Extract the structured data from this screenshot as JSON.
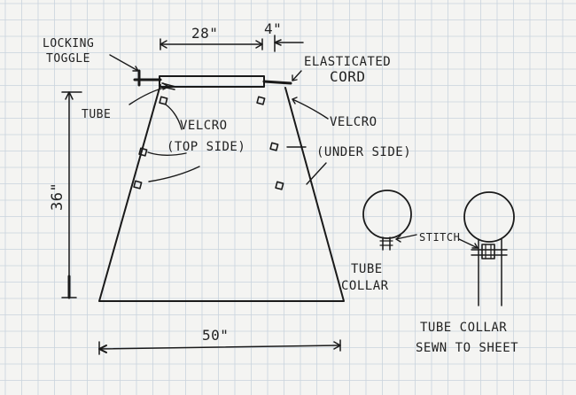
{
  "palette": {
    "paper": "#f4f4f2",
    "grid": "#c9d3dc",
    "ink": "#1a1a1a"
  },
  "dimensions": {
    "top_width": "28\"",
    "cord_width": "4\"",
    "height": "36\"",
    "bottom_width": "50\""
  },
  "labels": {
    "locking_toggle": [
      "LOCKING",
      "TOGGLE"
    ],
    "elasticated_cord": [
      "ELASTICATED",
      "CORD"
    ],
    "tube": "TUBE",
    "velcro_top": [
      "VELCRO",
      "(TOP SIDE)"
    ],
    "velcro_under": [
      "VELCRO",
      "(UNDER SIDE)"
    ],
    "stitch": "STITCH",
    "tube_collar": [
      "TUBE",
      "COLLAR"
    ],
    "tube_collar_sewn": [
      "TUBE COLLAR",
      "SEWN TO SHEET"
    ]
  }
}
